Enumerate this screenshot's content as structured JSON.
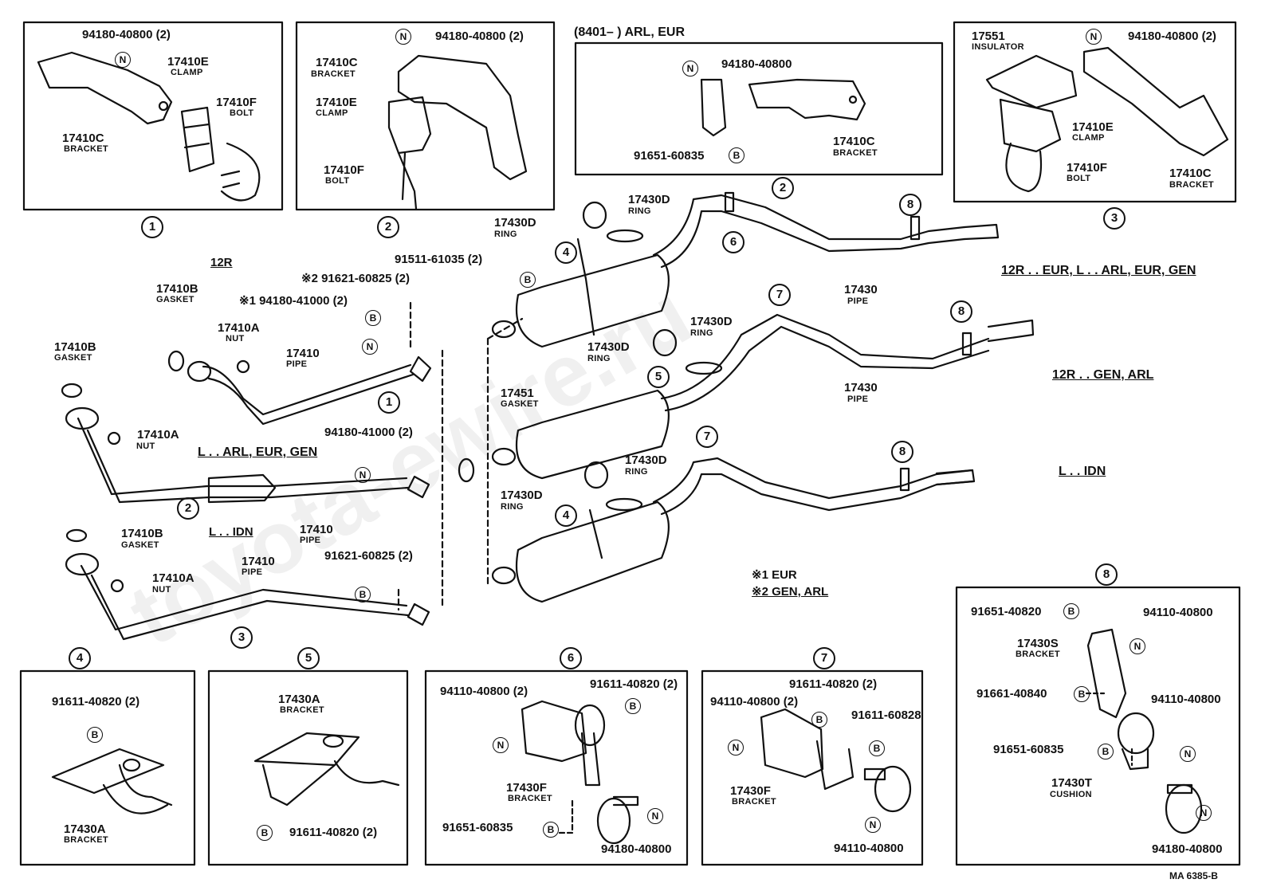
{
  "watermark": "toyota-ewire.ru",
  "footer_code": "MA 6385-B",
  "variant_labels": {
    "r12_only": "12R",
    "l_arl": "L . . ARL, EUR, GEN",
    "l_idn_pipe": "L . . IDN",
    "r12_eur": "12R . . EUR, L . . ARL, EUR, GEN",
    "r12_gen": "12R . . GEN, ARL",
    "l_idn_tail": "L . . IDN",
    "box2b_title": "(8401–        ) ARL, EUR"
  },
  "notes": {
    "n1": "※1  EUR",
    "n2": "※2  GEN, ARL"
  },
  "circled": [
    "1",
    "2",
    "3",
    "4",
    "5",
    "6",
    "7",
    "8"
  ],
  "symbols": {
    "N": "N",
    "B": "B"
  },
  "parts": {
    "p94180_40800_2": "94180-40800 (2)",
    "p94180_40800": "94180-40800",
    "p17410E": "17410E",
    "clamp": "CLAMP",
    "p17410F": "17410F",
    "bolt": "BOLT",
    "p17410C": "17410C",
    "bracket": "BRACKET",
    "p91651_60835": "91651-60835",
    "p17551": "17551",
    "insulator": "INSULATOR",
    "p17430D": "17430D",
    "ring": "RING",
    "p91511_61035": "91511-61035 (2)",
    "p91621_60825_2": "※2  91621-60825 (2)",
    "p94180_41000_1": "※1  94180-41000 (2)",
    "p94180_41000": "94180-41000 (2)",
    "p91621_60825": "91621-60825 (2)",
    "p17410B": "17410B",
    "gasket": "GASKET",
    "p17410A": "17410A",
    "nut": "NUT",
    "p17410": "17410",
    "pipe": "PIPE",
    "p17430": "17430",
    "p17451": "17451",
    "p91611_40820_2": "91611-40820 (2)",
    "p17430A": "17430A",
    "p94110_40800_2": "94110-40800 (2)",
    "p94110_40800": "94110-40800",
    "p17430F": "17430F",
    "p91611_60828": "91611-60828",
    "p91651_40820": "91651-40820",
    "p17430S": "17430S",
    "p91661_40840": "91661-40840",
    "p17430T": "17430T",
    "cushion": "CUSHION"
  }
}
